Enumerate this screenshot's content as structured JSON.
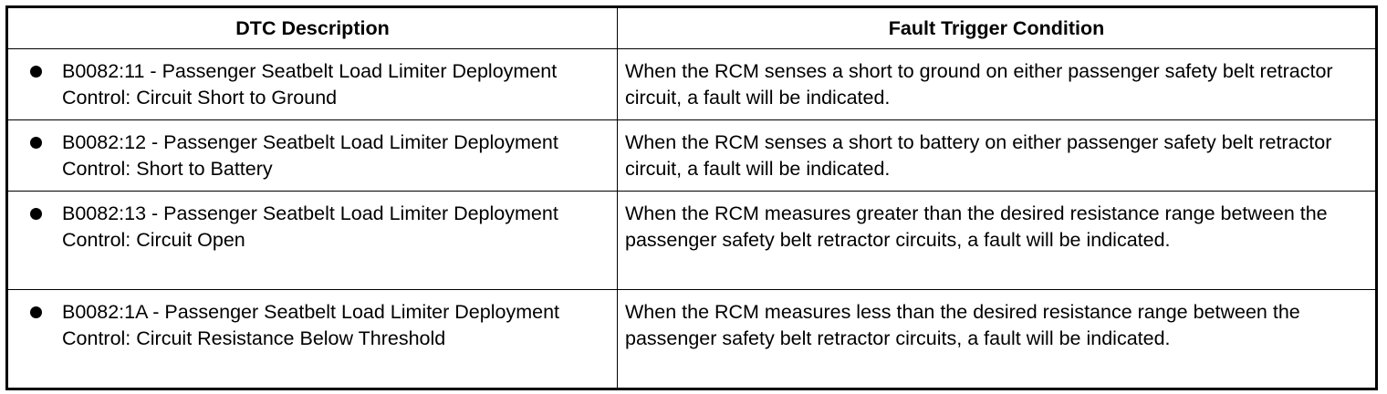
{
  "table": {
    "headers": [
      "DTC Description",
      "Fault Trigger Condition"
    ],
    "rows": [
      {
        "description": "B0082:11 - Passenger Seatbelt Load Limiter Deployment Control: Circuit Short to Ground",
        "condition": "When the RCM senses a short to ground on either passenger safety belt retractor circuit, a fault will be indicated."
      },
      {
        "description": "B0082:12 - Passenger Seatbelt Load Limiter Deployment Control: Short to Battery",
        "condition": "When the RCM senses a short to battery on either passenger safety belt retractor circuit, a fault will be indicated."
      },
      {
        "description": "B0082:13 - Passenger Seatbelt Load Limiter Deployment Control: Circuit Open",
        "condition": "When the RCM measures greater than the desired resistance range between the passenger safety belt retractor circuits, a fault will be indicated."
      },
      {
        "description": "B0082:1A - Passenger Seatbelt Load Limiter Deployment Control: Circuit Resistance Below Threshold",
        "condition": "When the RCM measures less than the desired resistance range between the passenger safety belt retractor circuits, a fault will be indicated."
      }
    ]
  }
}
